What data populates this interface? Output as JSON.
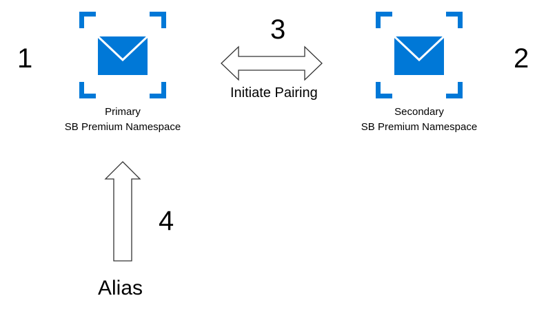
{
  "diagram": {
    "accent_color": "#0078d7",
    "primary": {
      "step": "1",
      "icon": "servicebus-namespace-icon",
      "line1": "Primary",
      "line2": "SB Premium Namespace"
    },
    "secondary": {
      "step": "2",
      "icon": "servicebus-namespace-icon",
      "line1": "Secondary",
      "line2": "SB Premium Namespace"
    },
    "pairing": {
      "step": "3",
      "label": "Initiate Pairing",
      "icon": "double-arrow-icon"
    },
    "alias": {
      "step": "4",
      "label": "Alias",
      "icon": "up-arrow-icon"
    }
  }
}
